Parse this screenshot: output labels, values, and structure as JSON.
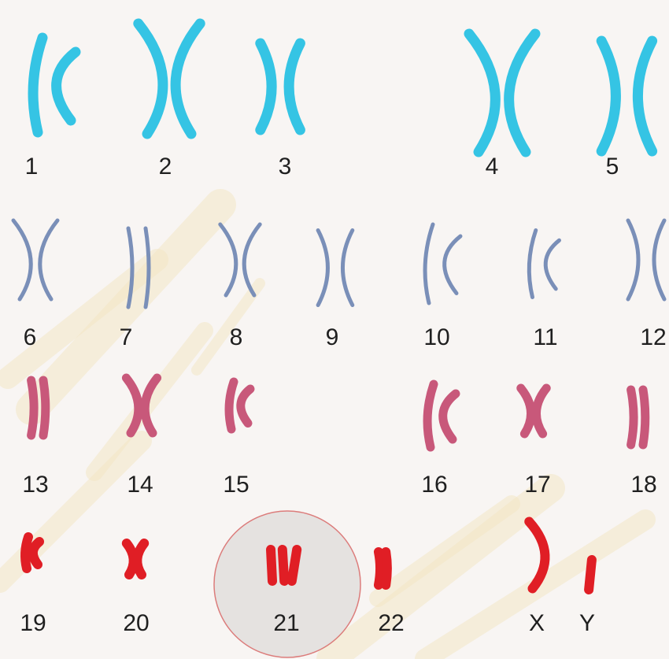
{
  "title": "",
  "colors": {
    "background": "#f8f5f3",
    "group_1_5": "#35c4e4",
    "group_6_12": "#7a8fb8",
    "group_13_18": "#c8587a",
    "group_19_22": "#e01e25",
    "highlight_fill": "#e3e0df",
    "highlight_stroke": "#d9706f"
  },
  "chromosomes": [
    {
      "id": "c1",
      "label": "1",
      "group": "group_1_5",
      "style": "asym"
    },
    {
      "id": "c2",
      "label": "2",
      "group": "group_1_5",
      "style": "cross"
    },
    {
      "id": "c3",
      "label": "3",
      "group": "group_1_5",
      "style": "bracket"
    },
    {
      "id": "c4",
      "label": "4",
      "group": "group_1_5",
      "style": "cross"
    },
    {
      "id": "c5",
      "label": "5",
      "group": "group_1_5",
      "style": "bracket"
    },
    {
      "id": "c6",
      "label": "6",
      "group": "group_6_12",
      "style": "cross"
    },
    {
      "id": "c7",
      "label": "7",
      "group": "group_6_12",
      "style": "parallel"
    },
    {
      "id": "c8",
      "label": "8",
      "group": "group_6_12",
      "style": "cross"
    },
    {
      "id": "c9",
      "label": "9",
      "group": "group_6_12",
      "style": "bracket"
    },
    {
      "id": "c10",
      "label": "10",
      "group": "group_6_12",
      "style": "asym"
    },
    {
      "id": "c11",
      "label": "11",
      "group": "group_6_12",
      "style": "asym"
    },
    {
      "id": "c12",
      "label": "12",
      "group": "group_6_12",
      "style": "bracket"
    },
    {
      "id": "c13",
      "label": "13",
      "group": "group_13_18",
      "style": "parallel"
    },
    {
      "id": "c14",
      "label": "14",
      "group": "group_13_18",
      "style": "cross"
    },
    {
      "id": "c15",
      "label": "15",
      "group": "group_13_18",
      "style": "asym"
    },
    {
      "id": "c16",
      "label": "16",
      "group": "group_13_18",
      "style": "asym"
    },
    {
      "id": "c17",
      "label": "17",
      "group": "group_13_18",
      "style": "cross"
    },
    {
      "id": "c18",
      "label": "18",
      "group": "group_13_18",
      "style": "parallel"
    },
    {
      "id": "c19",
      "label": "19",
      "group": "group_19_22",
      "style": "asym"
    },
    {
      "id": "c20",
      "label": "20",
      "group": "group_19_22",
      "style": "cross"
    },
    {
      "id": "c21",
      "label": "21",
      "group": "group_19_22",
      "style": "trisomy",
      "highlighted": true
    },
    {
      "id": "c22",
      "label": "22",
      "group": "group_19_22",
      "style": "parallel"
    },
    {
      "id": "cX",
      "label": "X",
      "group": "group_19_22",
      "style": "single-arc"
    },
    {
      "id": "cY",
      "label": "Y",
      "group": "group_19_22",
      "style": "single-short"
    }
  ]
}
